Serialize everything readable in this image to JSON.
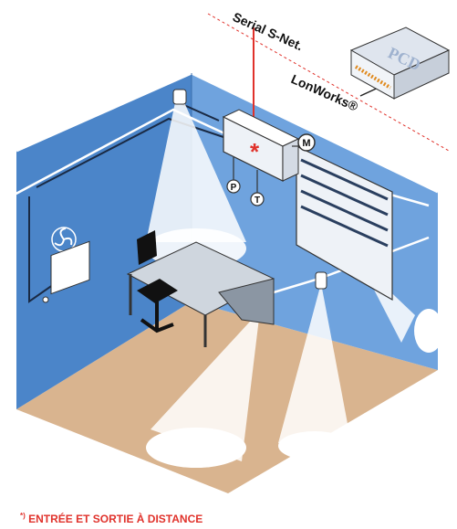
{
  "labels": {
    "serial": "Serial S-Net.",
    "lonworks": "LonWorks®",
    "module_m": "M",
    "sensor_p": "P",
    "sensor_t": "T",
    "controller_mark": "*",
    "device_text": "PCD"
  },
  "footnote": {
    "marker": "*)",
    "text": "ENTRÉE ET SORTIE À DISTANCE"
  },
  "colors": {
    "wall_left": "#4b85c9",
    "wall_back": "#6fa3de",
    "floor": "#d9b48f",
    "accent_red": "#e0322b"
  }
}
